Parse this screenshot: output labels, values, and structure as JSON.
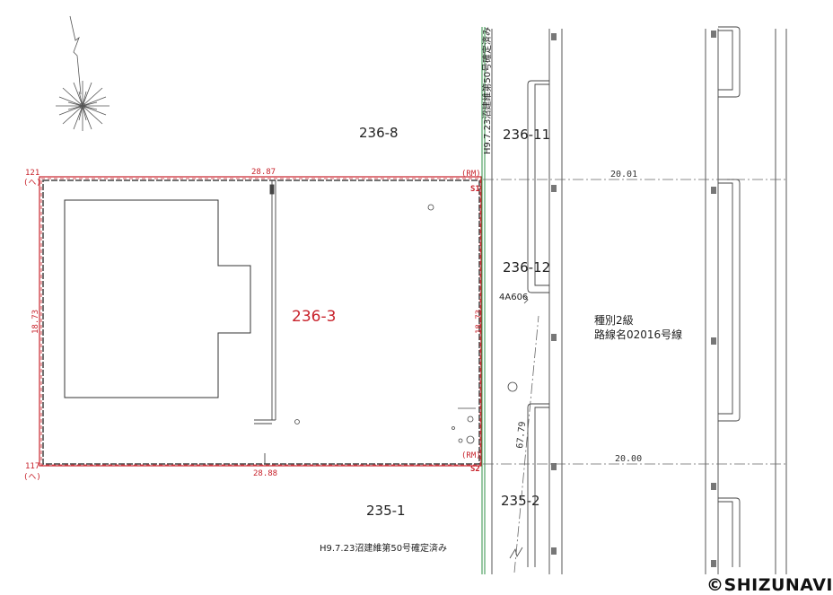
{
  "lots": {
    "north": "236-8",
    "subject": "236-3",
    "south": "235-1",
    "east_top": "236-11",
    "east_mid": "236-12",
    "east_bottom": "235-2"
  },
  "points": {
    "top_left_no": "121",
    "top_left_sub": "(ヘ)",
    "bottom_left_no": "117",
    "bottom_left_sub": "(ヘ)",
    "top_right_rm": "(RM)",
    "top_right_s": "S1",
    "bottom_right_rm": "(RM)",
    "bottom_right_s": "S2"
  },
  "dimensions": {
    "top": "28.87",
    "bottom": "28.88",
    "left": "18.73",
    "right": "18.73",
    "road_top": "20.01",
    "road_bottom": "20.00",
    "diagonal": "67.79"
  },
  "road": {
    "class": "種別2級",
    "route": "路線名02016号線",
    "marker": "4A606"
  },
  "notes": {
    "boundary_top": "H9.7.23沼建維第50号確定済み",
    "boundary_bottom": "H9.7.23沼建維第50号確定済み"
  },
  "watermark": "©SHIZUNAVI"
}
